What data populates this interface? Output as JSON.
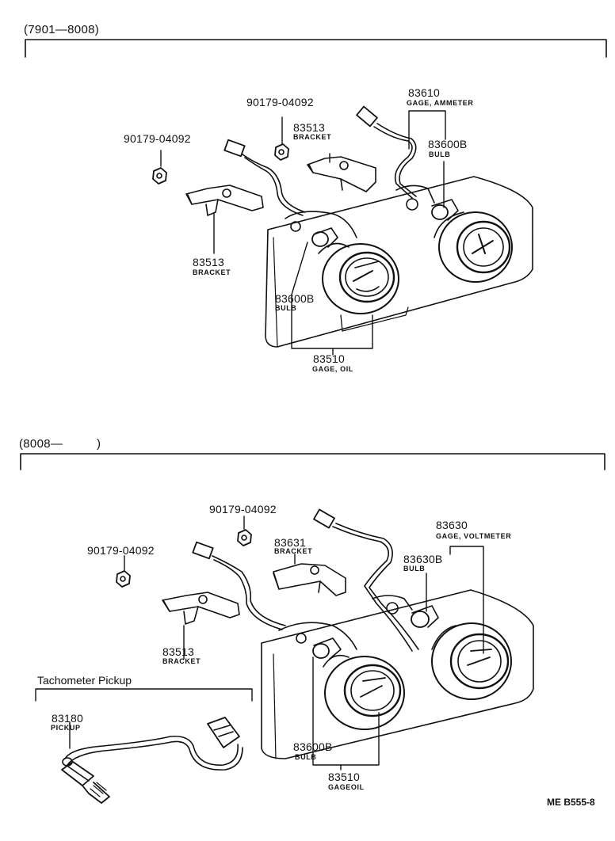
{
  "top_section": {
    "range": "(7901—8008)",
    "parts": {
      "gage_ammeter": {
        "num": "83610",
        "name": "GAGE, AMMETER"
      },
      "bulb_right": {
        "num": "83600B",
        "name": "BULB"
      },
      "nut_mid": {
        "num": "90179-04092"
      },
      "bracket_mid": {
        "num": "83513",
        "name": "BRACKET"
      },
      "nut_left": {
        "num": "90179-04092"
      },
      "bracket_left": {
        "num": "83513",
        "name": "BRACKET"
      },
      "bulb_left": {
        "num": "83600B",
        "name": "BULB"
      },
      "gage_oil": {
        "num": "83510",
        "name": "GAGE, OIL"
      }
    }
  },
  "bottom_section": {
    "range_start": "(8008—",
    "range_end": ")",
    "parts": {
      "nut_mid": {
        "num": "90179-04092"
      },
      "gage_voltmeter": {
        "num": "83630",
        "name": "GAGE, VOLTMETER"
      },
      "bracket_mid": {
        "num": "83631",
        "name": "BRACKET"
      },
      "bulb_right": {
        "num": "83630B",
        "name": "BULB"
      },
      "nut_left": {
        "num": "90179-04092"
      },
      "bracket_left": {
        "num": "83513",
        "name": "BRACKET"
      },
      "bulb_left": {
        "num": "83600B",
        "name": "BULB"
      },
      "gage_oil": {
        "num": "83510",
        "name": "GAGEOIL"
      }
    },
    "tach": {
      "title": "Tachometer Pickup",
      "num": "83180",
      "name": "PICKUP"
    }
  },
  "footer_code": "ME B555-8"
}
